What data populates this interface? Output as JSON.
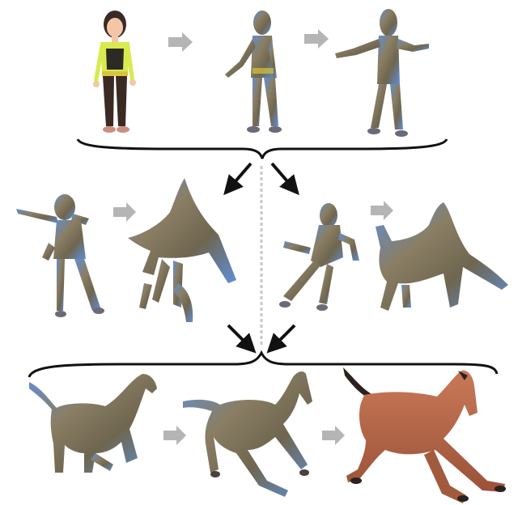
{
  "figure": {
    "rows": [
      {
        "id": "human-stage",
        "panels": [
          {
            "id": "human-original",
            "subject": "human",
            "surface": "textured"
          },
          {
            "id": "human-deform-1",
            "subject": "human",
            "surface": "metallic"
          },
          {
            "id": "human-deform-2",
            "subject": "human",
            "surface": "metallic"
          }
        ]
      },
      {
        "id": "intermediate-stage",
        "panels": [
          {
            "id": "left-intermediate-1",
            "subject": "blob-human",
            "surface": "metallic"
          },
          {
            "id": "left-intermediate-2",
            "subject": "blob",
            "surface": "metallic"
          },
          {
            "id": "right-intermediate-1",
            "subject": "blob-human",
            "surface": "metallic"
          },
          {
            "id": "right-intermediate-2",
            "subject": "blob",
            "surface": "metallic"
          }
        ]
      },
      {
        "id": "horse-stage",
        "panels": [
          {
            "id": "horse-deform-1",
            "subject": "horse",
            "surface": "metallic"
          },
          {
            "id": "horse-deform-2",
            "subject": "horse",
            "surface": "metallic"
          },
          {
            "id": "horse-final",
            "subject": "horse",
            "surface": "textured"
          }
        ]
      }
    ],
    "colors": {
      "background": "#ffffff",
      "arrow_gray": "#b5b5b5",
      "arrow_black": "#111111",
      "brace": "#111111",
      "divider": "#c8c8c8",
      "metal_base": "#8a7e64",
      "metal_highlight": "#5f8fd6",
      "skin": "#f3c7a6",
      "top_yellow": "#d8ea4e",
      "pants": "#3b2a24",
      "horse_brown": "#b8684a",
      "horse_dark": "#2b2220"
    }
  }
}
